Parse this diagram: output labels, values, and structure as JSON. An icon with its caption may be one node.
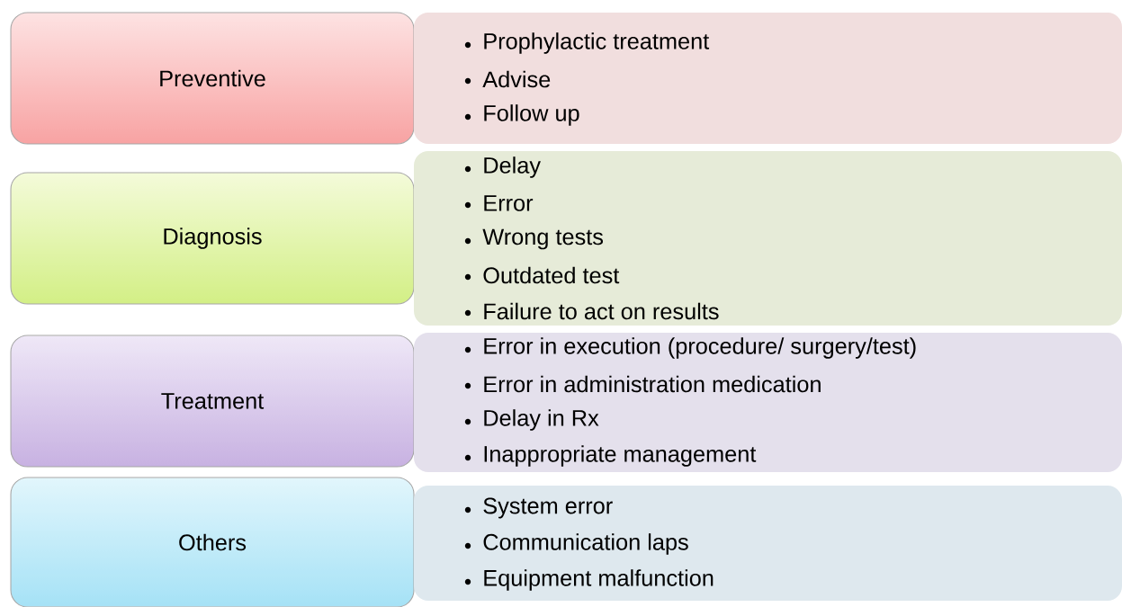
{
  "diagram": {
    "nodes": [
      {
        "text": [
          "Preventive"
        ]
      },
      {
        "text": [
          "Prophylactic treatment",
          "Advise",
          "Follow up"
        ]
      },
      {
        "text": [
          "Diagnosis"
        ]
      },
      {
        "text": [
          "Delay",
          "Error",
          "Wrong tests",
          "Outdated test",
          "Failure to act on results"
        ]
      },
      {
        "text": [
          "Treatment"
        ]
      },
      {
        "text": [
          "Error in execution (procedure/ surgery/test)",
          "Error in administration medication",
          "Delay in Rx",
          "Inappropriate management"
        ]
      },
      {
        "text": [
          "Others"
        ]
      },
      {
        "text": [
          "System error",
          "Communication laps",
          "Equipment malfunction"
        ]
      }
    ]
  }
}
